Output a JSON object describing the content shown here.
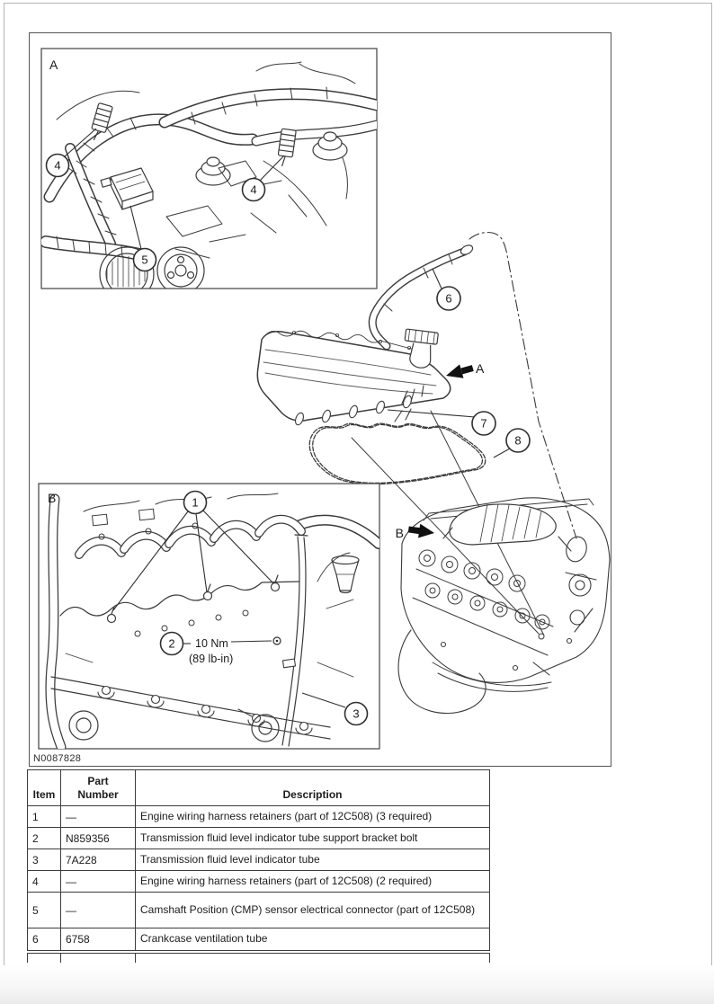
{
  "figure": {
    "id": "N0087828",
    "inset_a": {
      "label": "A"
    },
    "inset_b": {
      "label": "B",
      "torque_note_line1": "10 Nm",
      "torque_note_line2": "(89 lb-in)"
    },
    "view_arrows": {
      "a": "A",
      "b": "B"
    },
    "callouts": {
      "c1": "1",
      "c2": "2",
      "c3": "3",
      "c4": "4",
      "c5": "5",
      "c6": "6",
      "c7": "7",
      "c8": "8"
    }
  },
  "table": {
    "headers": [
      "Item",
      "Part\nNumber",
      "Description"
    ],
    "rows": [
      {
        "item": "1",
        "part_number": "—",
        "description": "Engine wiring harness retainers (part of 12C508) (3 required)"
      },
      {
        "item": "2",
        "part_number": "N859356",
        "description": "Transmission fluid level indicator tube support bracket bolt"
      },
      {
        "item": "3",
        "part_number": "7A228",
        "description": "Transmission fluid level indicator tube"
      },
      {
        "item": "4",
        "part_number": "—",
        "description": "Engine wiring harness retainers (part of 12C508) (2 required)"
      },
      {
        "item": "5",
        "part_number": "—",
        "description": "Camshaft Position (CMP) sensor electrical connector (part of 12C508)"
      },
      {
        "item": "6",
        "part_number": "6758",
        "description": "Crankcase ventilation tube"
      }
    ]
  }
}
